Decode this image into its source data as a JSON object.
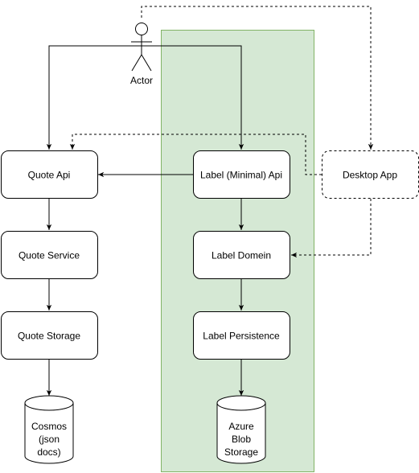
{
  "actor": {
    "label": "Actor"
  },
  "nodes": {
    "quote_api": "Quote Api",
    "quote_service": "Quote Service",
    "quote_storage": "Quote Storage",
    "cosmos": [
      "Cosmos",
      "(json",
      "docs)"
    ],
    "label_api": "Label (Minimal) Api",
    "label_domain": "Label Domein",
    "label_persistence": "Label Persistence",
    "azure_blob": [
      "Azure",
      "Blob",
      "Storage"
    ],
    "desktop_app": "Desktop App"
  },
  "colors": {
    "highlight_fill": "#d5e8d4",
    "highlight_stroke": "#82b366",
    "stroke": "#000000"
  }
}
